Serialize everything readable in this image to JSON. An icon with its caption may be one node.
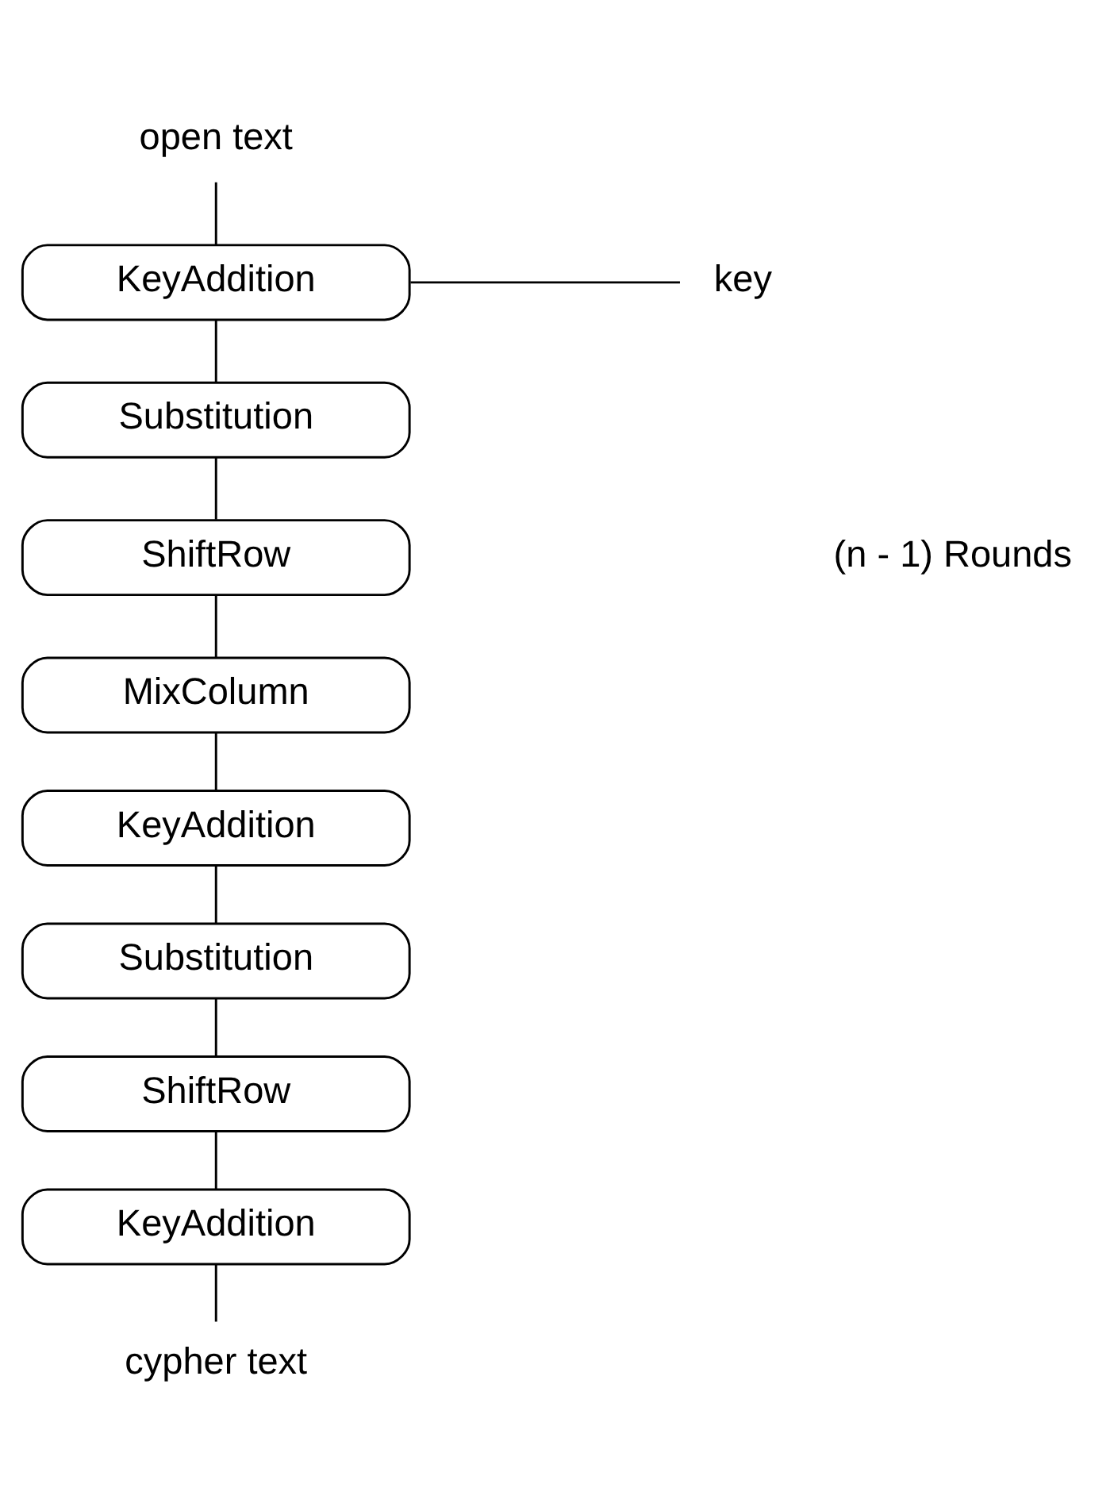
{
  "diagram": {
    "nodes": [
      {
        "text": [
          "open text"
        ]
      },
      {
        "text": [
          "KeyAddition"
        ]
      },
      {
        "text": [
          "key"
        ]
      },
      {
        "text": [
          "Substitution"
        ]
      },
      {
        "text": [
          "ShiftRow"
        ]
      },
      {
        "text": [
          "MixColumn"
        ]
      },
      {
        "text": [
          "KeyAddition"
        ]
      },
      {
        "text": [
          "Substitution"
        ]
      },
      {
        "text": [
          "ShiftRow"
        ]
      },
      {
        "text": [
          "KeyAddition"
        ]
      },
      {
        "text": [
          "cypher text"
        ]
      }
    ],
    "edges": [
      {
        "from": 0,
        "to": 1,
        "arrow": "none"
      },
      {
        "from": 1,
        "to": 2,
        "arrow": "none"
      },
      {
        "from": 1,
        "to": 3,
        "arrow": "none"
      },
      {
        "from": 3,
        "to": 4,
        "arrow": "none"
      },
      {
        "from": 4,
        "to": 5,
        "arrow": "none"
      },
      {
        "from": 5,
        "to": 6,
        "arrow": "none"
      },
      {
        "from": 6,
        "to": 7,
        "arrow": "none"
      },
      {
        "from": 7,
        "to": 8,
        "arrow": "none"
      },
      {
        "from": 8,
        "to": 9,
        "arrow": "none"
      },
      {
        "from": 9,
        "to": 10,
        "arrow": "none"
      }
    ],
    "labels": [
      "(n - 1) Rounds"
    ]
  }
}
